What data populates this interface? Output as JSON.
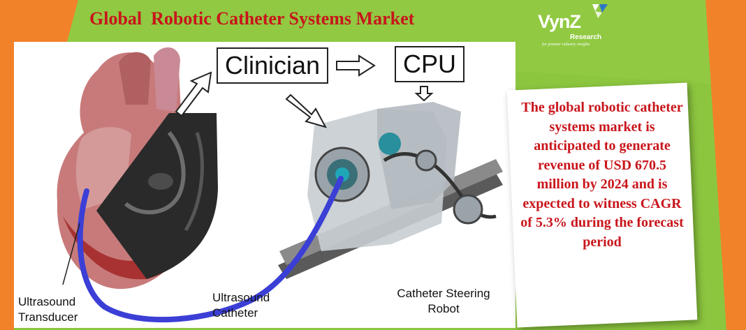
{
  "title": "Global  Robotic Catheter Systems Market",
  "logo": {
    "name": "VynZ",
    "sub": "Research",
    "tagline": "for premier industry insights"
  },
  "diagram": {
    "clinician": "Clinician",
    "cpu": "CPU",
    "ultrasound_transducer": [
      "Ultrasound",
      "Transducer"
    ],
    "ultrasound_catheter": [
      "Ultrasound",
      "Catheter"
    ],
    "catheter_steering_robot": [
      "Catheter Steering",
      "Robot"
    ]
  },
  "info": "The global robotic catheter systems market is anticipated to generate revenue of  USD 670.5 million by 2024 and is expected to witness CAGR of  5.3% during the forecast period",
  "colors": {
    "title_red": "#c8151b",
    "background_orange": "#f2822a",
    "banner_green": "#8cc63f"
  }
}
